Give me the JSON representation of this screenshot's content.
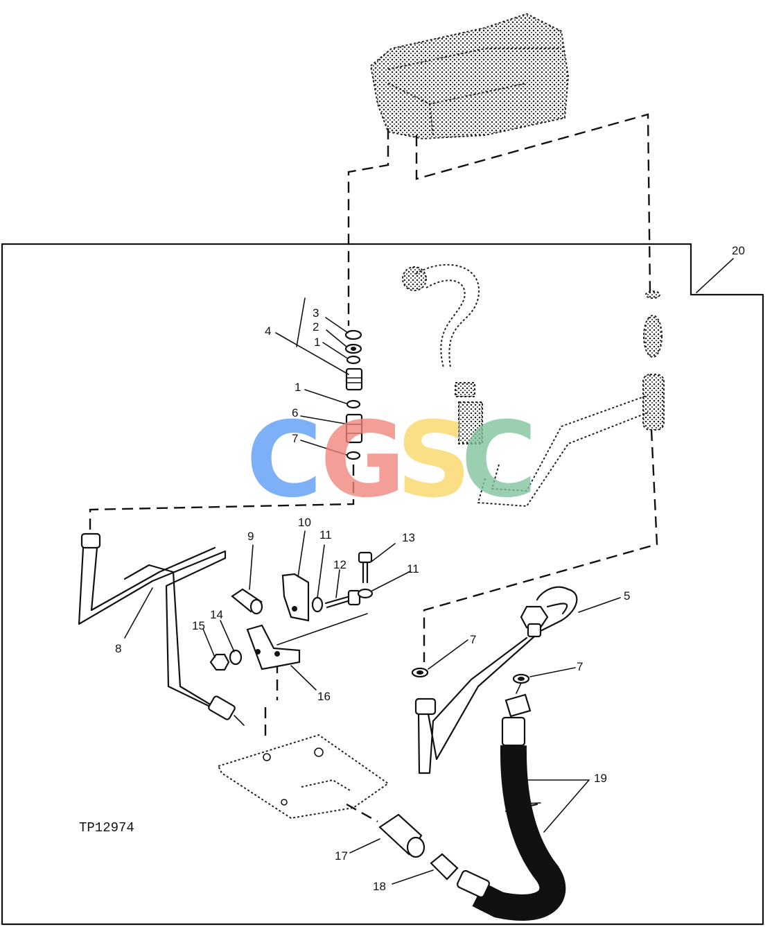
{
  "figure_code": "TP12974",
  "watermark": {
    "letters": [
      {
        "char": "C",
        "color": "#5B9BF5"
      },
      {
        "char": "G",
        "color": "#F0837A"
      },
      {
        "char": "S",
        "color": "#FAD766"
      },
      {
        "char": "C",
        "color": "#7EC49C"
      }
    ]
  },
  "callouts": {
    "c1a": "1",
    "c1b": "1",
    "c2": "2",
    "c3": "3",
    "c4": "4",
    "c5": "5",
    "c6": "6",
    "c7a": "7",
    "c7b": "7",
    "c7c": "7",
    "c8": "8",
    "c9": "9",
    "c10": "10",
    "c11a": "11",
    "c11b": "11",
    "c12": "12",
    "c13": "13",
    "c14": "14",
    "c15": "15",
    "c16": "16",
    "c17": "17",
    "c18": "18",
    "c19": "19",
    "c20": "20"
  }
}
